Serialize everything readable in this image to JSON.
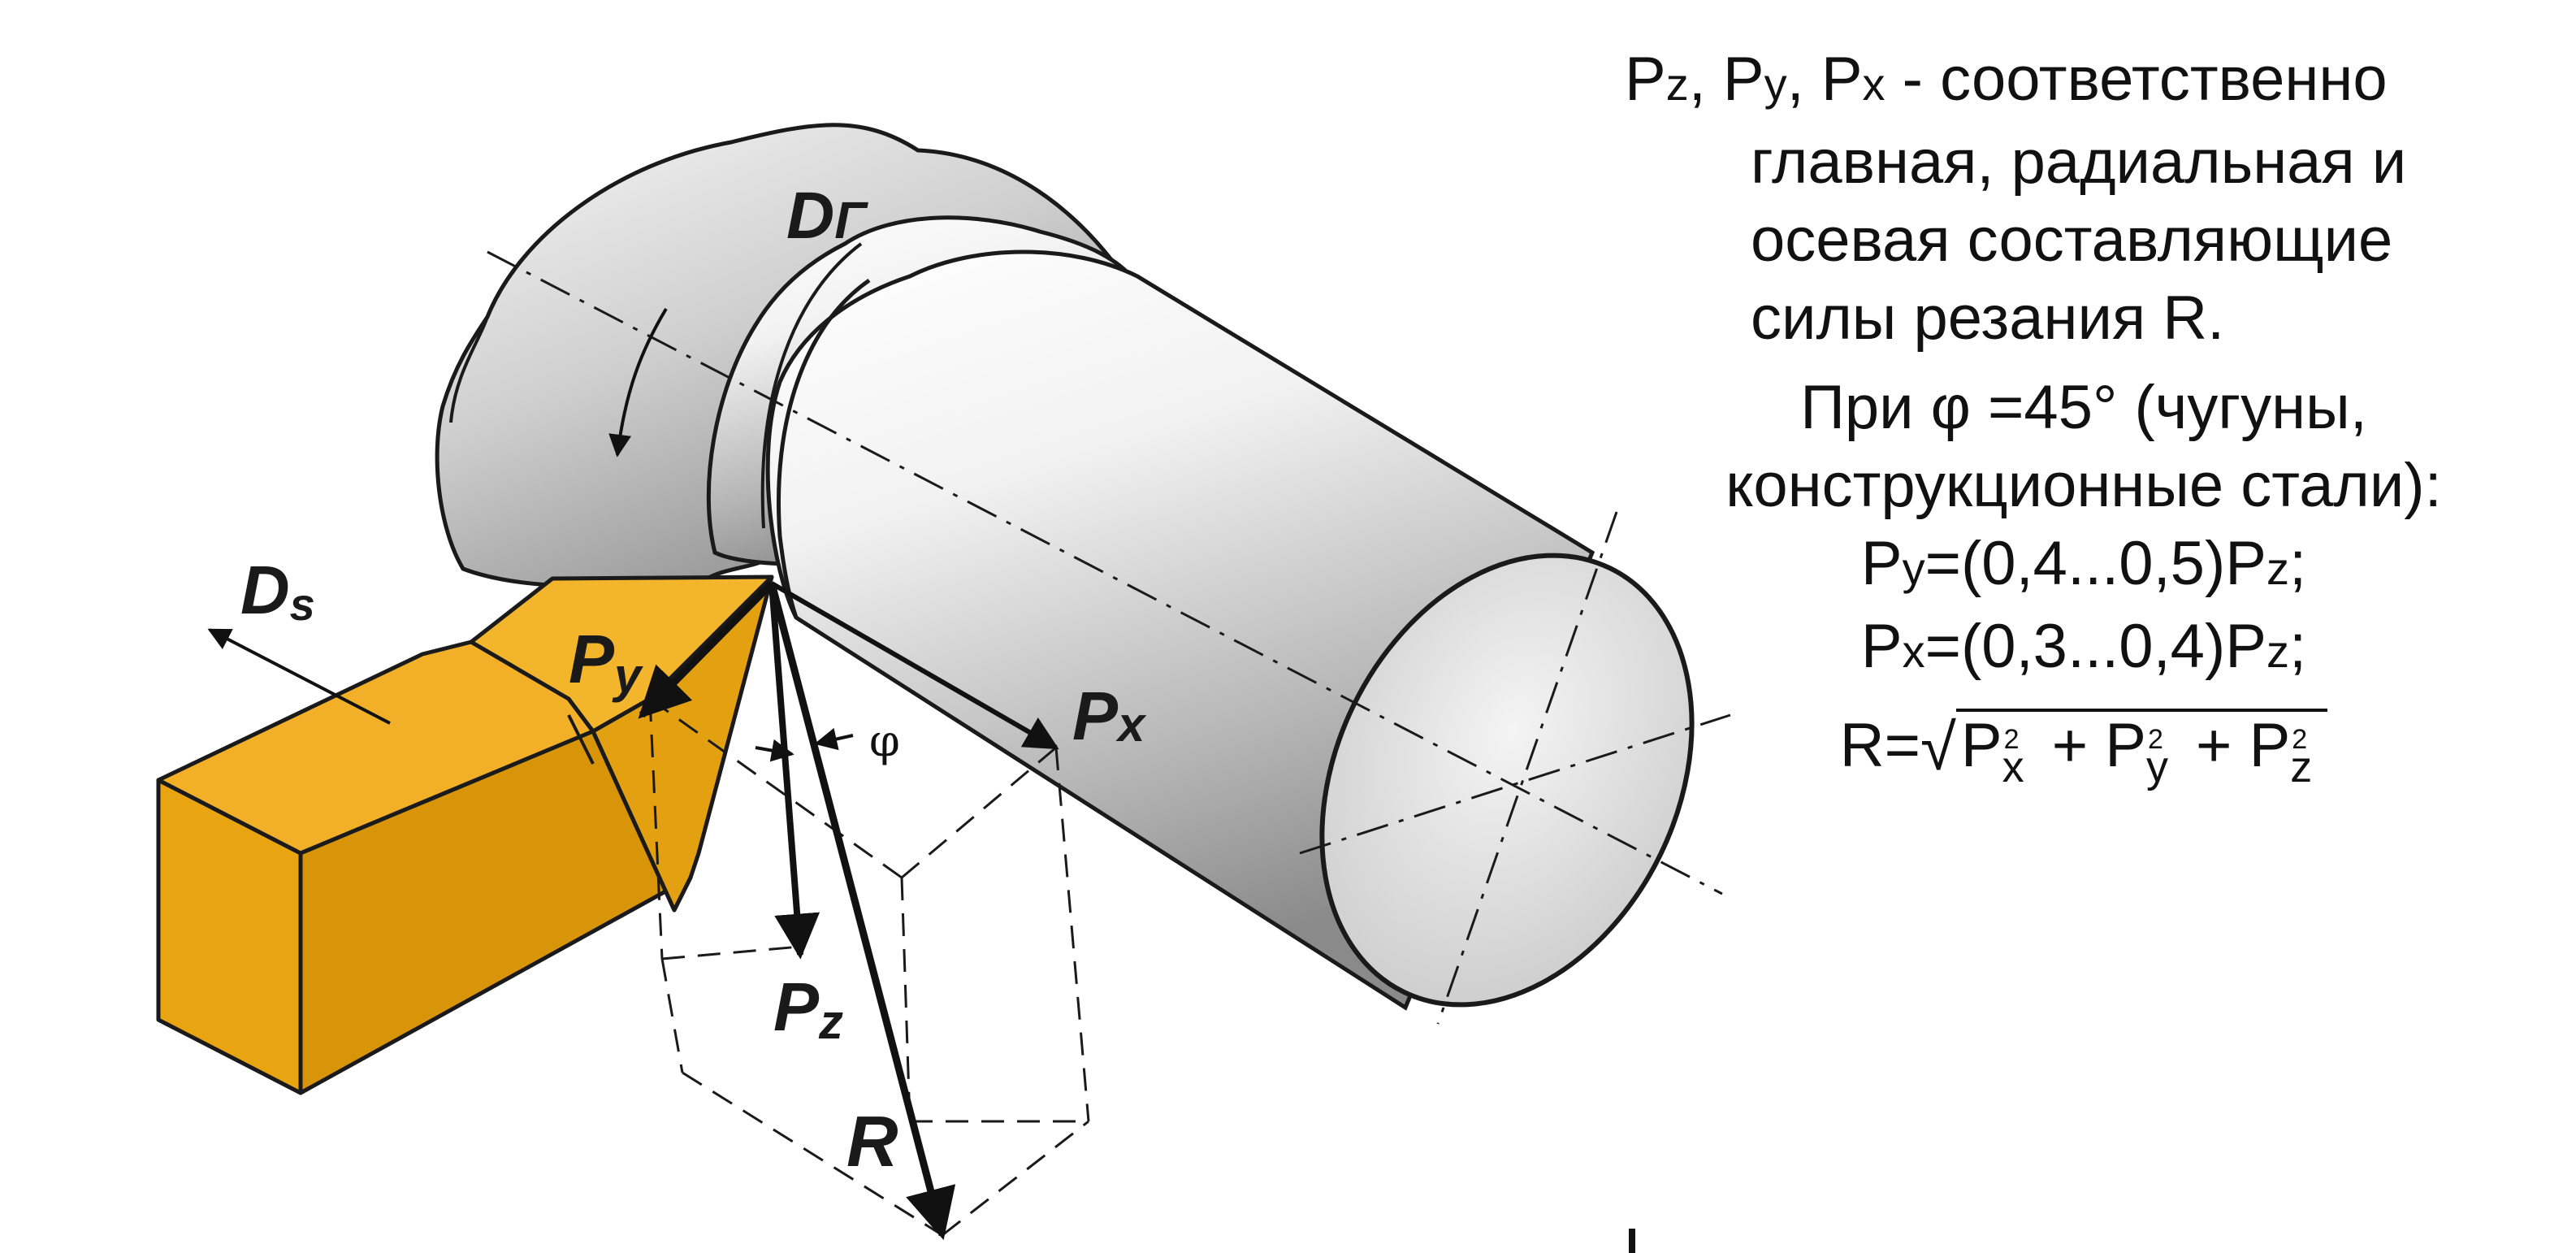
{
  "diagram": {
    "labels": {
      "d_g_main": "D",
      "d_g_sub": "Г",
      "d_s_main": "D",
      "d_s_sub": "s",
      "py_main": "P",
      "py_sub": "y",
      "px_main": "P",
      "px_sub": "x",
      "pz_main": "P",
      "pz_sub": "z",
      "r": "R",
      "phi": "φ"
    },
    "colors": {
      "tool": "#E9A411",
      "tool_stroke": "#1a1a1a",
      "shaft_light": "#ffffff",
      "shaft_dark": "#8c8c8c"
    }
  },
  "legend": {
    "line1_a": "P",
    "line1_a_sub": "z",
    "line1_b": ", P",
    "line1_b_sub": "y",
    "line1_c": ", P",
    "line1_c_sub": "x",
    "line1_d": " - соответственно",
    "line2": "главная, радиальная и",
    "line3": "осевая составляющие",
    "line4": "силы резания R.",
    "line5": "При φ =45° (чугуны,",
    "line6": "конструкционные стали):",
    "py_formula_a": "P",
    "py_formula_sub": "y",
    "py_formula_b": "=(0,4...0,5)P",
    "py_formula_sub2": "z",
    "py_formula_c": ";",
    "px_formula_a": "P",
    "px_formula_sub": "x",
    "px_formula_b": "=(0,3...0,4)P",
    "px_formula_sub2": "z",
    "px_formula_c": ";",
    "r_prefix": "R=",
    "r_sign": "√",
    "r_p1": "P",
    "r_p1_sub": "x",
    "r_p1_sup": "2",
    "r_plus1": " + ",
    "r_p2": "P",
    "r_p2_sub": "y",
    "r_p2_sup": "2",
    "r_plus2": " + ",
    "r_p3": "P",
    "r_p3_sub": "z",
    "r_p3_sup": "2"
  }
}
